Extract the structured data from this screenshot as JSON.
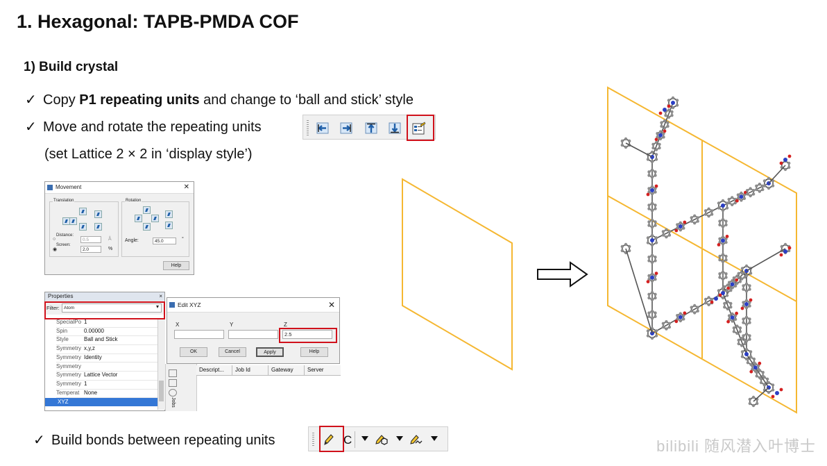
{
  "title": "1. Hexagonal: TAPB-PMDA COF",
  "section": "1) Build crystal",
  "check_symbol": "✓",
  "bullet1": {
    "pre": "Copy ",
    "bold": "P1 repeating units",
    "post": " and change to ‘ball and stick’ style"
  },
  "bullet2": "Move and rotate the repeating units",
  "bullet2_note": "(set Lattice 2 × 2 in ‘display style’)",
  "bullet3": "Build bonds between repeating units",
  "toolbar_icons": [
    "move-left-icon",
    "move-right-icon",
    "move-up-icon",
    "move-down-icon",
    "movement-dialog-icon"
  ],
  "movement_dialog": {
    "title": "Movement",
    "translation_label": "Translation",
    "rotation_label": "Rotation",
    "distance_label": "Distance:",
    "distance_value": "0.5",
    "distance_unit": "Å",
    "screen_label": "Screen:",
    "screen_value": "2.0",
    "screen_unit": "%",
    "angle_label": "Angle:",
    "angle_value": "45.0",
    "angle_unit": "°",
    "help": "Help"
  },
  "properties_panel": {
    "title": "Properties",
    "filter_label": "Filter:",
    "filter_value": "Atom",
    "rows": [
      {
        "k": "SpecialPo",
        "v": "1"
      },
      {
        "k": "Spin",
        "v": "0.00000"
      },
      {
        "k": "Style",
        "v": "Ball and Stick"
      },
      {
        "k": "Symmetry",
        "v": "x,y,z"
      },
      {
        "k": "Symmetry",
        "v": "Identity"
      },
      {
        "k": "Symmetry",
        "v": ""
      },
      {
        "k": "Symmetry",
        "v": "Lattice Vector"
      },
      {
        "k": "Symmetry",
        "v": "1"
      },
      {
        "k": "Temperat",
        "v": "None"
      }
    ],
    "selected": "XYZ"
  },
  "edit_xyz": {
    "title": "Edit XYZ",
    "x_label": "X",
    "y_label": "Y",
    "z_label": "Z",
    "x_value": "",
    "y_value": "",
    "z_value": "2.5",
    "ok": "OK",
    "cancel": "Cancel",
    "apply": "Apply",
    "help": "Help"
  },
  "jobs_panel": {
    "columns": [
      "Descript...",
      "Job Id",
      "Gateway",
      "Server"
    ],
    "side_label": "Jobs"
  },
  "toolbar2": {
    "c_label": "C"
  },
  "watermark": "bilibili 随风潜入叶博士",
  "colors": {
    "lattice": "#f5b731",
    "highlight": "#d0111b",
    "arrow_icon": "#1f5fa8",
    "carbon": "#8c8c8c",
    "nitrogen": "#2b3fc4",
    "oxygen": "#d42020"
  }
}
